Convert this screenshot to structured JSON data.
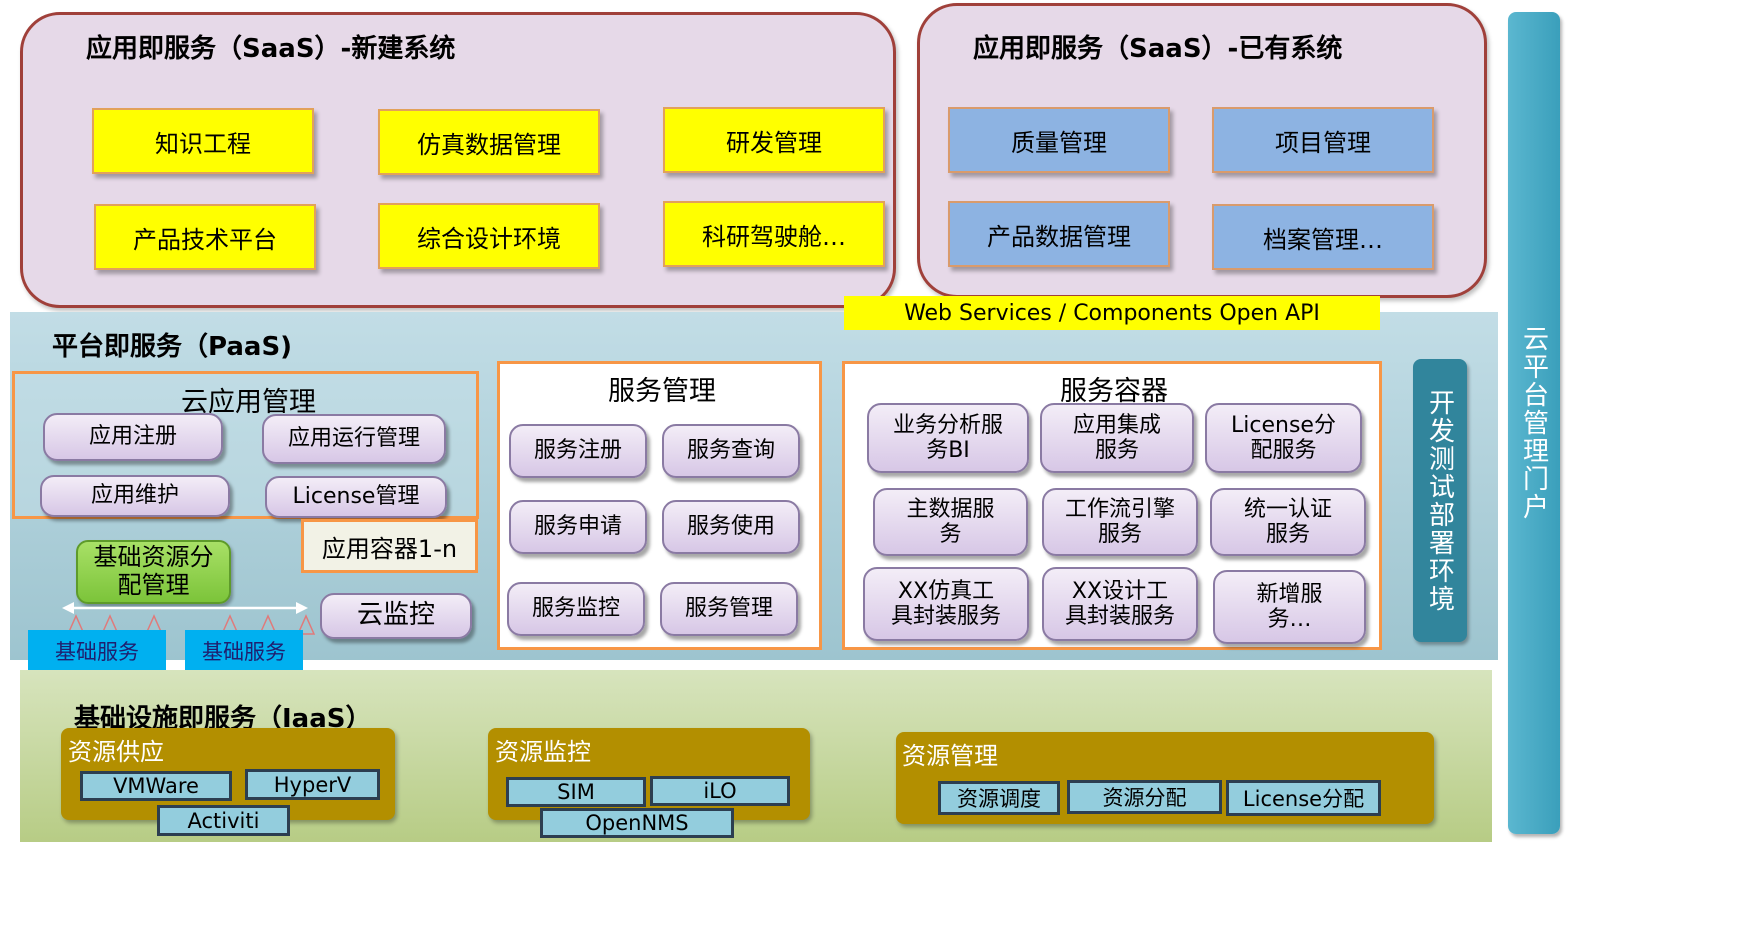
{
  "saas_new": {
    "title": "应用即服务（SaaS）-新建系统",
    "items": [
      "知识工程",
      "仿真数据管理",
      "研发管理",
      "产品技术平台",
      "综合设计环境",
      "科研驾驶舱…"
    ]
  },
  "saas_existing": {
    "title": "应用即服务（SaaS）-已有系统",
    "items": [
      "质量管理",
      "项目管理",
      "产品数据管理",
      "档案管理…"
    ]
  },
  "api_banner": "Web Services / Components Open API",
  "paas": {
    "title": "平台即服务（PaaS)",
    "cloud_app": {
      "title": "云应用管理",
      "items": [
        "应用注册",
        "应用运行管理",
        "应用维护",
        "License管理"
      ]
    },
    "app_container": "应用容器1-n",
    "resource_alloc": "基础资源分配管理",
    "basic_services": [
      "基础服务",
      "基础服务"
    ],
    "cloud_monitor": "云监控",
    "service_mgmt": {
      "title": "服务管理",
      "items": [
        "服务注册",
        "服务查询",
        "服务申请",
        "服务使用",
        "服务监控",
        "服务管理"
      ]
    },
    "service_container": {
      "title": "服务容器",
      "items": [
        "业务分析服务BI",
        "应用集成服务",
        "License分配服务",
        "主数据服务",
        "工作流引擎服务",
        "统一认证服务",
        "XX仿真工具封装服务",
        "XX设计工具封装服务",
        "新增服务…"
      ]
    },
    "dev_env": "开发测试部署环境"
  },
  "iaas": {
    "title": "基础设施即服务（IaaS）",
    "supply": {
      "title": "资源供应",
      "items": [
        "VMWare",
        "HyperV",
        "Activiti"
      ]
    },
    "monitor": {
      "title": "资源监控",
      "items": [
        "SIM",
        "iLO",
        "OpenNMS"
      ]
    },
    "manage": {
      "title": "资源管理",
      "items": [
        "资源调度",
        "资源分配",
        "License分配"
      ]
    }
  },
  "portal": "云平台管理门户",
  "colors": {
    "yellow_box": "#ffff00",
    "blue_box": "#8db3e2",
    "saas_border": "#a0403a",
    "saas_fill": "#e6d9e8",
    "orange_frame": "#f79646",
    "paas_fill": "#b4d5df",
    "iaas_fill": "#c6d8a0",
    "olive": "#b38f00",
    "cyan": "#00b0f0",
    "portal": "#4bacc6"
  }
}
